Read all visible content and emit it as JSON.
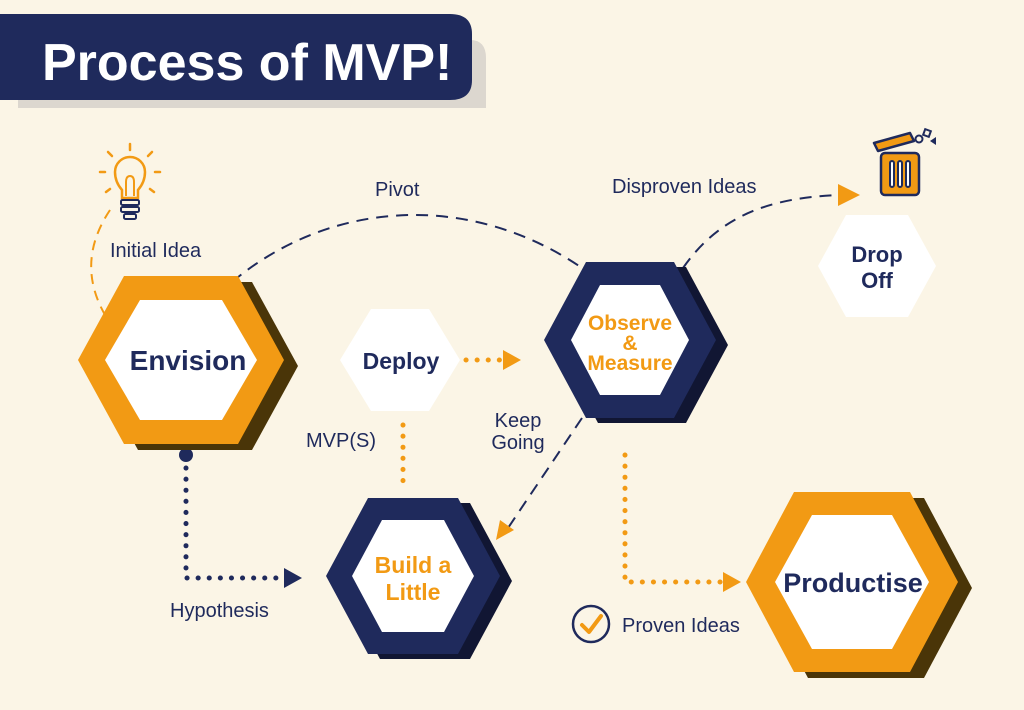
{
  "title": "Process of MVP!",
  "nodes": {
    "envision": "Envision",
    "deploy": "Deploy",
    "observe_line1": "Observe",
    "observe_line2": "&",
    "observe_line3": "Measure",
    "build_line1": "Build a",
    "build_line2": "Little",
    "productise": "Productise",
    "drop_line1": "Drop",
    "drop_line2": "Off"
  },
  "edge_labels": {
    "initial_idea": "Initial Idea",
    "pivot": "Pivot",
    "disproven_ideas": "Disproven Ideas",
    "mvps": "MVP(S)",
    "keep_going_line1": "Keep",
    "keep_going_line2": "Going",
    "hypothesis": "Hypothesis",
    "proven_ideas": "Proven Ideas"
  },
  "icons": [
    "lightbulb-icon",
    "trash-bin-icon",
    "checkmark-icon"
  ],
  "colors": {
    "background": "#fbf5e6",
    "navy": "#1f2a5c",
    "orange": "#f29a14",
    "shadow_brown": "#4a3508"
  }
}
